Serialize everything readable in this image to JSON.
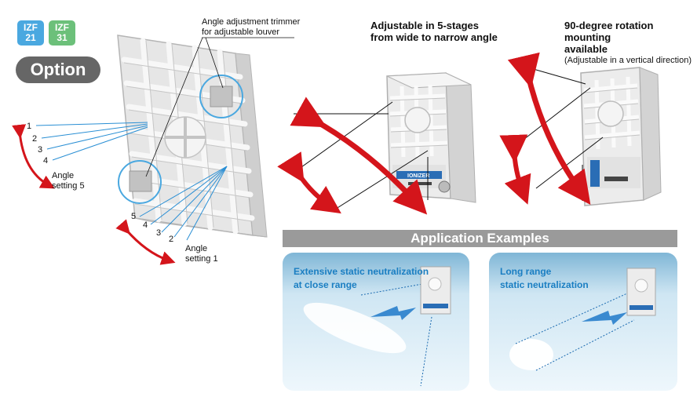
{
  "badges": [
    {
      "line1": "IZF",
      "line2": "21",
      "color": "#4aa8e0"
    },
    {
      "line1": "IZF",
      "line2": "31",
      "color": "#6cc07a"
    }
  ],
  "option_label": "Option",
  "trimmer_label_line1": "Angle adjustment trimmer",
  "trimmer_label_line2": "for adjustable louver",
  "left_numbers_top": [
    "1",
    "2",
    "3",
    "4"
  ],
  "angle5_line1": "Angle",
  "angle5_line2": "setting 5",
  "left_numbers_bottom": [
    "5",
    "4",
    "3",
    "2"
  ],
  "angle1_line1": "Angle",
  "angle1_line2": "setting 1",
  "headline_middle_line1": "Adjustable in 5-stages",
  "headline_middle_line2": "from wide to narrow angle",
  "headline_right_line1": "90-degree rotation mounting",
  "headline_right_line2": "available",
  "headline_right_sub": "(Adjustable in a vertical direction)",
  "device_brand": "IONIZER",
  "application_title": "Application Examples",
  "panel_left_line1": "Extensive static neutralization",
  "panel_left_line2": "at close range",
  "panel_right_line1": "Long range",
  "panel_right_line2": "static neutralization"
}
